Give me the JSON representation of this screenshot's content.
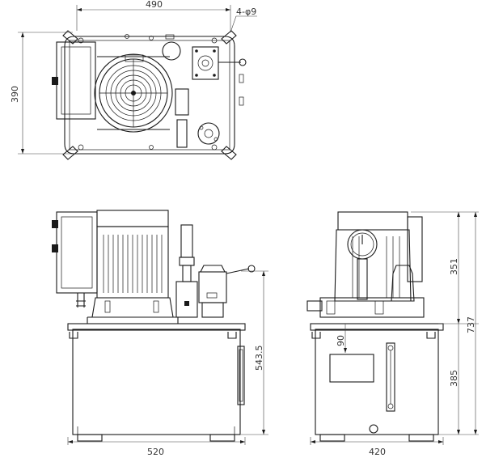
{
  "drawing": {
    "top_view": {
      "width_dim": "490",
      "depth_dim": "390",
      "hole_note": "4-φ9"
    },
    "side_view": {
      "length_dim": "520",
      "tank_height_dim": "543.5"
    },
    "end_view": {
      "width_dim": "420",
      "motor_height_dim": "351",
      "overall_height_dim": "737",
      "tank_height_dim": "385",
      "fill_depth_dim": "90"
    }
  }
}
